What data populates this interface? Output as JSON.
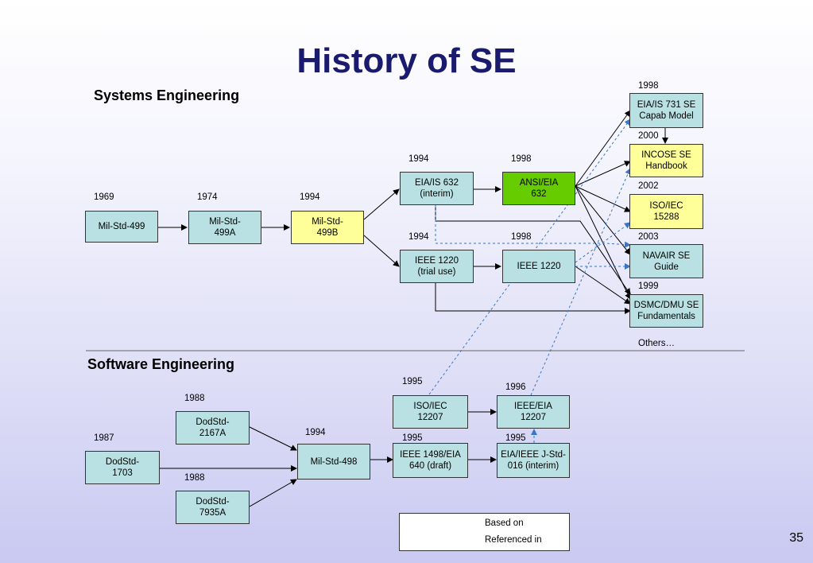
{
  "title": "History of SE",
  "page_number": "35",
  "sections": {
    "systems": "Systems\nEngineering",
    "software": "Software\nEngineering"
  },
  "others_label": "Others…",
  "years": {
    "milstd499": "1969",
    "milstd499a": "1974",
    "milstd499b": "1994",
    "eia632_interim": "1994",
    "ansi_eia632": "1998",
    "ieee1220_trial": "1994",
    "ieee1220": "1998",
    "eia731": "1998",
    "incose": "2000",
    "iso15288": "2002",
    "navair": "2003",
    "dsmc": "1999",
    "dodstd2167a": "1988",
    "dodstd1703": "1987",
    "dodstd7935a": "1988",
    "milstd498": "1994",
    "iso12207": "1995",
    "ieee12207": "1996",
    "ieee1498": "1995",
    "jstd016": "1995"
  },
  "boxes": {
    "milstd499": "Mil-Std-499",
    "milstd499a": "Mil-Std-\n499A",
    "milstd499b": "Mil-Std-\n499B",
    "eia632_interim": "EIA/IS 632\n(interim)",
    "ansi_eia632": "ANSI/EIA\n632",
    "ieee1220_trial": "IEEE 1220\n(trial use)",
    "ieee1220": "IEEE 1220",
    "eia731": "EIA/IS 731 SE\nCapab Model",
    "incose": "INCOSE SE\nHandbook",
    "iso15288": "ISO/IEC\n15288",
    "navair": "NAVAIR SE\nGuide",
    "dsmc": "DSMC/DMU SE\nFundamentals",
    "dodstd2167a": "DodStd-\n2167A",
    "dodstd1703": "DodStd-\n1703",
    "dodstd7935a": "DodStd-\n7935A",
    "milstd498": "Mil-Std-498",
    "iso12207": "ISO/IEC\n12207",
    "ieee12207": "IEEE/EIA\n12207",
    "ieee1498": "IEEE 1498/EIA\n640 (draft)",
    "jstd016": "EIA/IEEE J-Std-\n016 (interim)"
  },
  "legend": {
    "based_on": "Based on",
    "referenced_in": "Referenced in"
  },
  "colors": {
    "title": "#1a1a6e",
    "teal_box": "#b9e1e3",
    "yellow_box": "#ffff99",
    "green_box": "#66cc00",
    "solid_arrow": "#000000",
    "dashed_arrow": "#3a76c4"
  }
}
